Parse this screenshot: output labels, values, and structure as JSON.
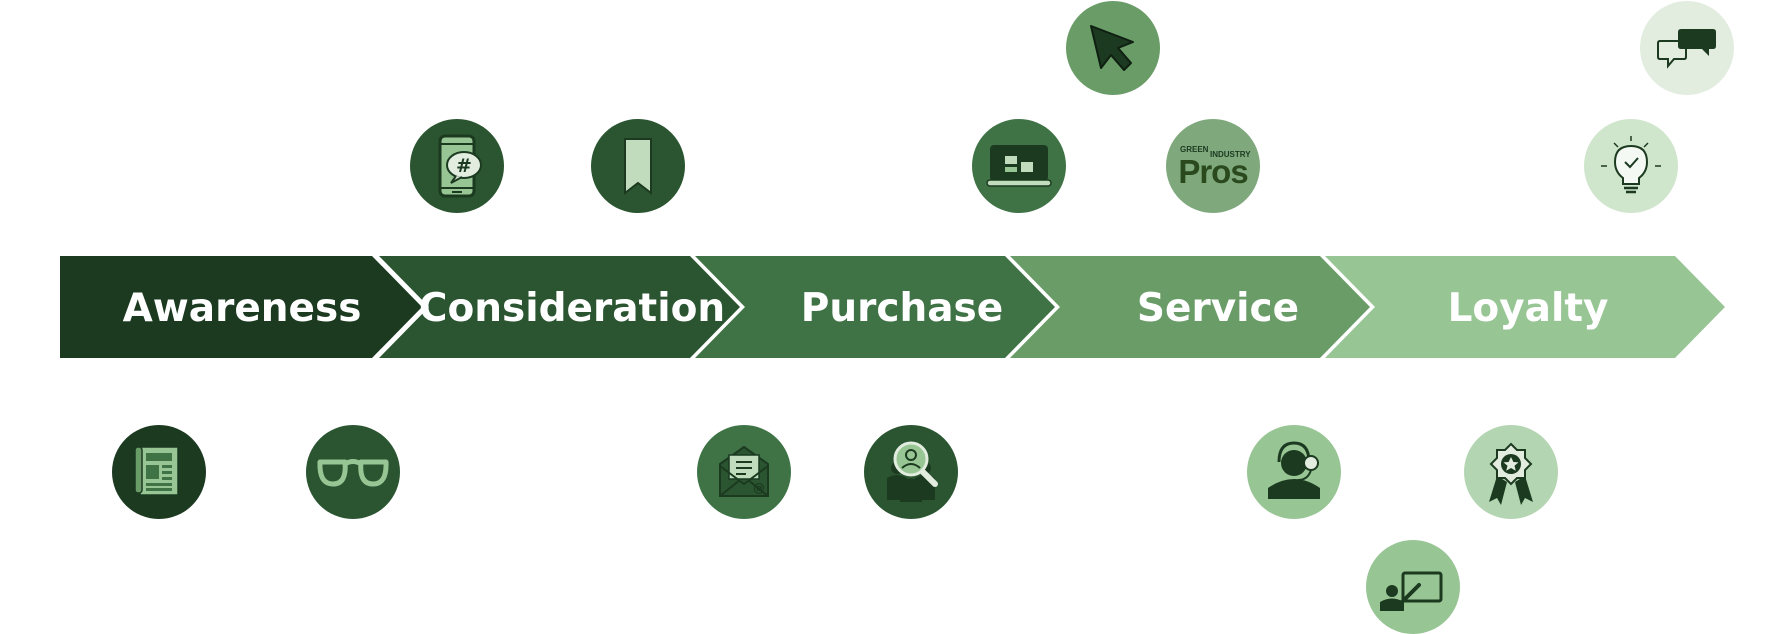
{
  "stages": [
    {
      "label": "Awareness",
      "color": "#1b3a20"
    },
    {
      "label": "Consideration",
      "color": "#2a5530"
    },
    {
      "label": "Purchase",
      "color": "#3f7346"
    },
    {
      "label": "Service",
      "color": "#6a9c68"
    },
    {
      "label": "Loyalty",
      "color": "#98c594"
    }
  ],
  "icons": {
    "newspaper": "newspaper-icon",
    "glasses": "glasses-icon",
    "phone_hashtag": "phone-hashtag-icon",
    "bookmark": "bookmark-icon",
    "email": "email-icon",
    "search_people": "search-people-icon",
    "laptop": "laptop-icon",
    "cursor": "cursor-icon",
    "brand_logo": "brand-logo-icon",
    "support_agent": "support-agent-icon",
    "presentation": "presentation-icon",
    "award": "award-icon",
    "lightbulb": "lightbulb-icon",
    "chat": "chat-icon"
  },
  "logo": {
    "line1": "GREEN",
    "line2": "INDUSTRY",
    "line3": "Pros"
  }
}
